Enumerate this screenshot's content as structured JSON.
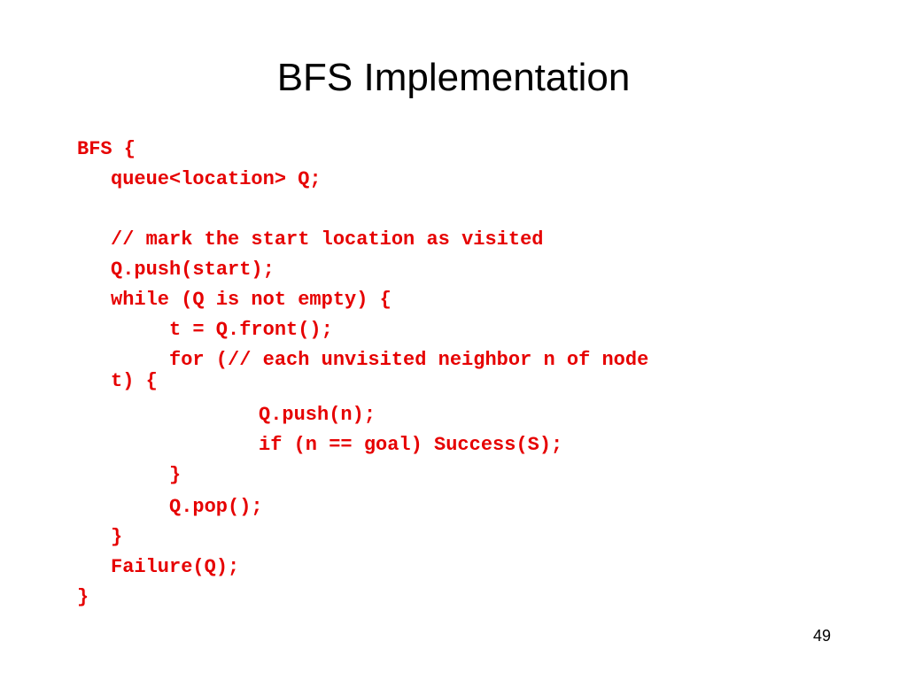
{
  "slide": {
    "title": "BFS Implementation",
    "page_number": "49",
    "code_color": "#e60000",
    "code_lines": [
      "BFS {",
      "queue<location> Q;",
      "// mark the start location as visited",
      "Q.push(start);",
      "while (Q is not empty) {",
      "t = Q.front();",
      "for (// each unvisited neighbor n of node",
      "t) {",
      "Q.push(n);",
      "if (n == goal) Success(S);",
      "}",
      "Q.pop();",
      "}",
      "Failure(Q);",
      "}"
    ]
  }
}
